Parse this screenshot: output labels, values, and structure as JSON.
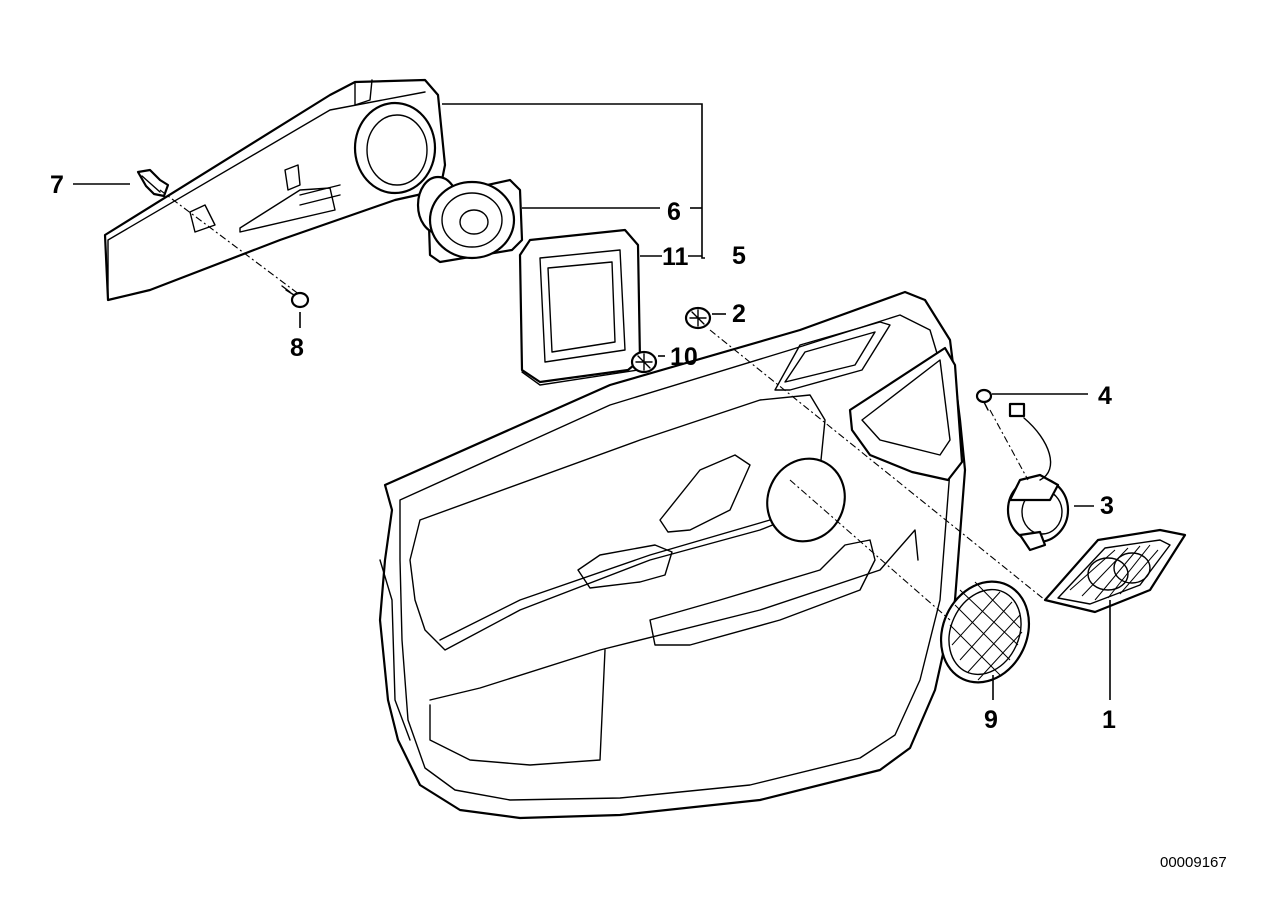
{
  "diagram": {
    "callouts": {
      "c1": "1",
      "c2": "2",
      "c3": "3",
      "c4": "4",
      "c5": "5",
      "c6": "6",
      "c7": "7",
      "c8": "8",
      "c9": "9",
      "c10": "10",
      "c11": "11"
    },
    "document_number": "00009167"
  }
}
